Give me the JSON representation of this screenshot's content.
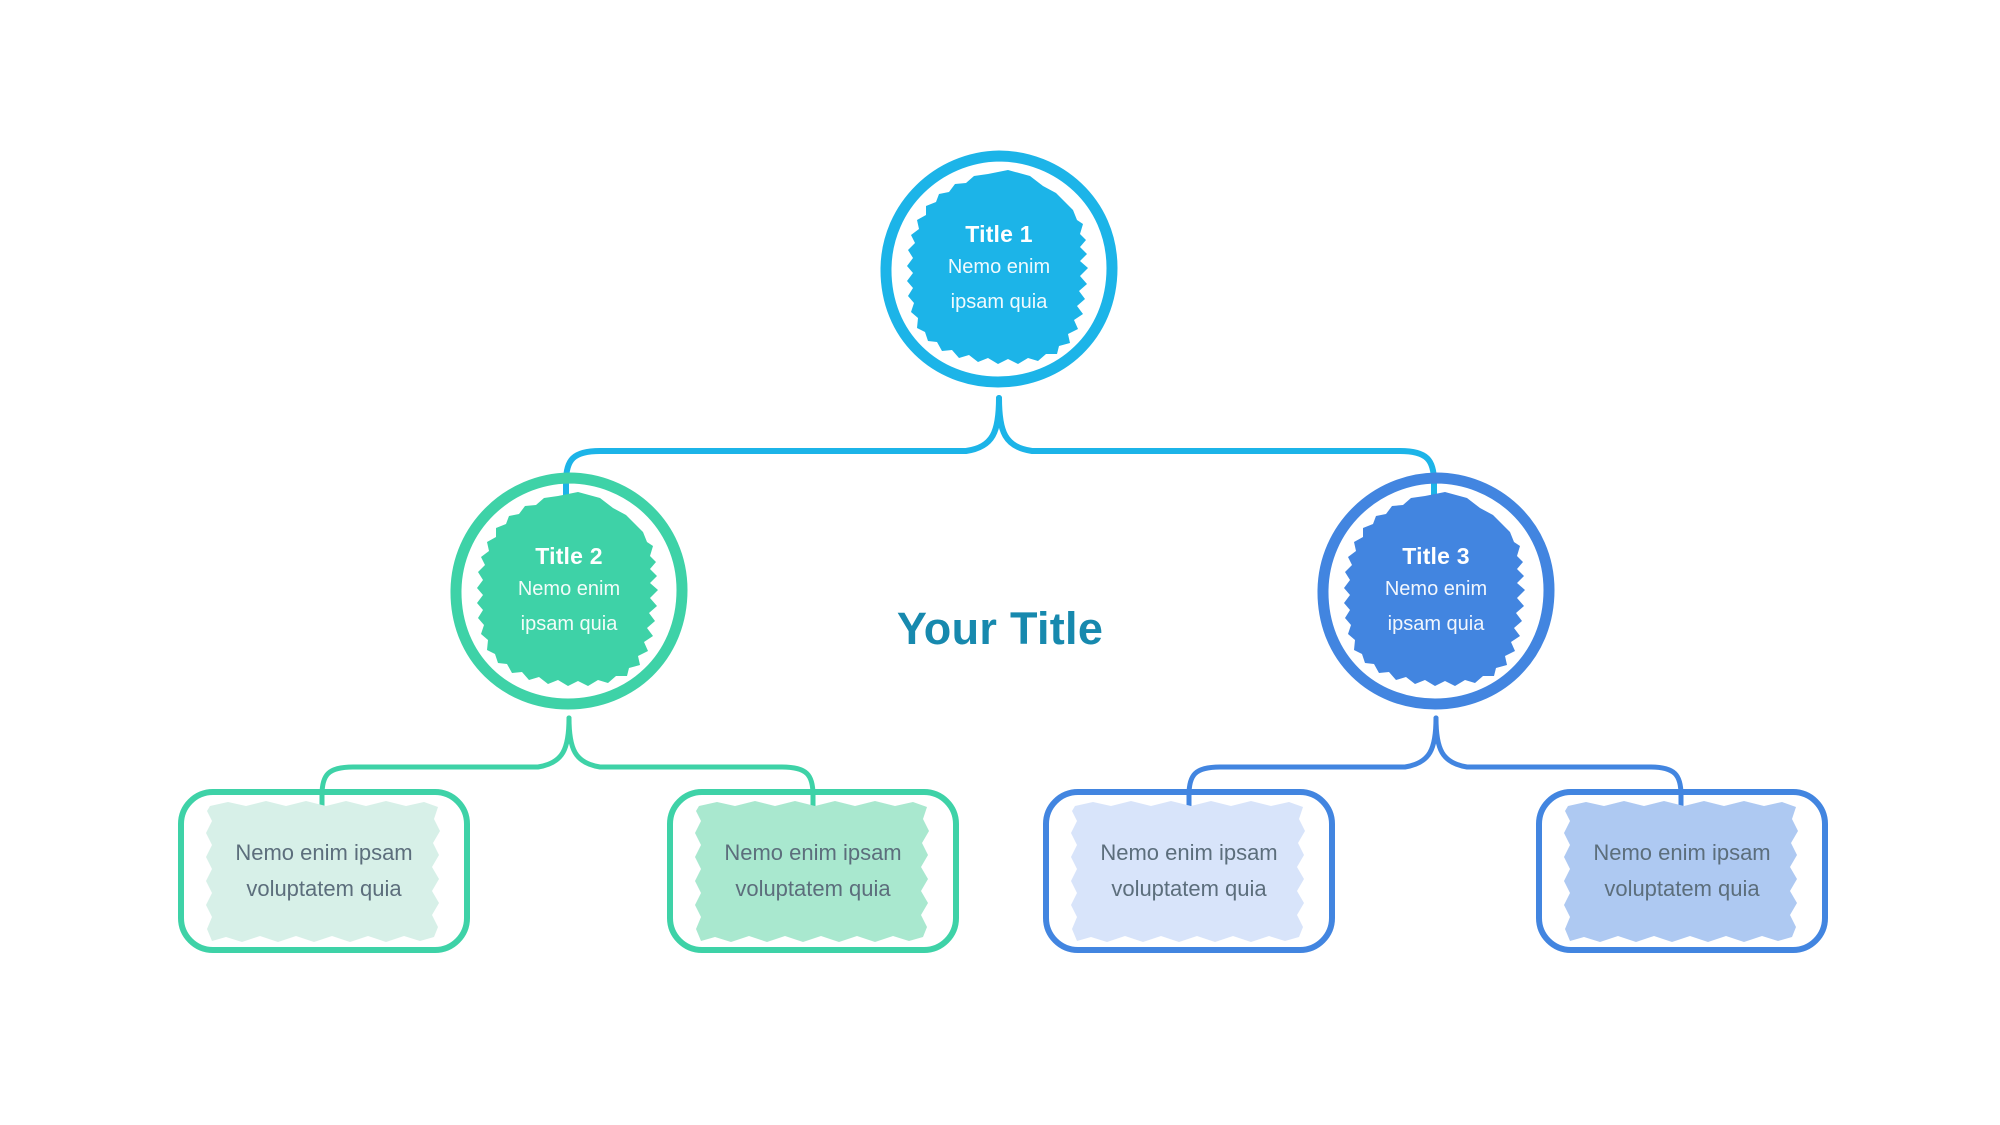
{
  "center": {
    "title": "Your Title"
  },
  "colors": {
    "cyan": "#1cb4e8",
    "green": "#3ed2a7",
    "blue": "#4285e0",
    "center_title": "#1789ae",
    "leaf_text": "#5c6e7c",
    "leaf_fill_1": "#d7f0e8",
    "leaf_fill_2": "#a9e8cf",
    "leaf_fill_3": "#d8e4fa",
    "leaf_fill_4": "#aec9f2",
    "white": "#ffffff",
    "background": "#ffffff"
  },
  "nodes": [
    {
      "id": "title-1",
      "title": "Title 1",
      "line1": "Nemo enim",
      "line2": "ipsam quia",
      "color": "#1cb4e8"
    },
    {
      "id": "title-2",
      "title": "Title 2",
      "line1": "Nemo enim",
      "line2": "ipsam quia",
      "color": "#3ed2a7"
    },
    {
      "id": "title-3",
      "title": "Title 3",
      "line1": "Nemo enim",
      "line2": "ipsam quia",
      "color": "#4285e0"
    }
  ],
  "leaves": [
    {
      "id": "leaf-1",
      "line1": "Nemo enim ipsam",
      "line2": "voluptatem quia",
      "border": "#3ed2a7",
      "fill": "#d7f0e8"
    },
    {
      "id": "leaf-2",
      "line1": "Nemo enim ipsam",
      "line2": "voluptatem quia",
      "border": "#3ed2a7",
      "fill": "#a9e8cf"
    },
    {
      "id": "leaf-3",
      "line1": "Nemo enim ipsam",
      "line2": "voluptatem quia",
      "border": "#4285e0",
      "fill": "#d8e4fa"
    },
    {
      "id": "leaf-4",
      "line1": "Nemo enim ipsam",
      "line2": "voluptatem quia",
      "border": "#4285e0",
      "fill": "#aec9f2"
    }
  ],
  "connectors": [
    {
      "id": "connector-root",
      "color": "#1cb4e8",
      "from": "title-1",
      "to": [
        "title-2",
        "title-3"
      ]
    },
    {
      "id": "connector-green",
      "color": "#3ed2a7",
      "from": "title-2",
      "to": [
        "leaf-1",
        "leaf-2"
      ]
    },
    {
      "id": "connector-blue",
      "color": "#4285e0",
      "from": "title-3",
      "to": [
        "leaf-3",
        "leaf-4"
      ]
    }
  ]
}
